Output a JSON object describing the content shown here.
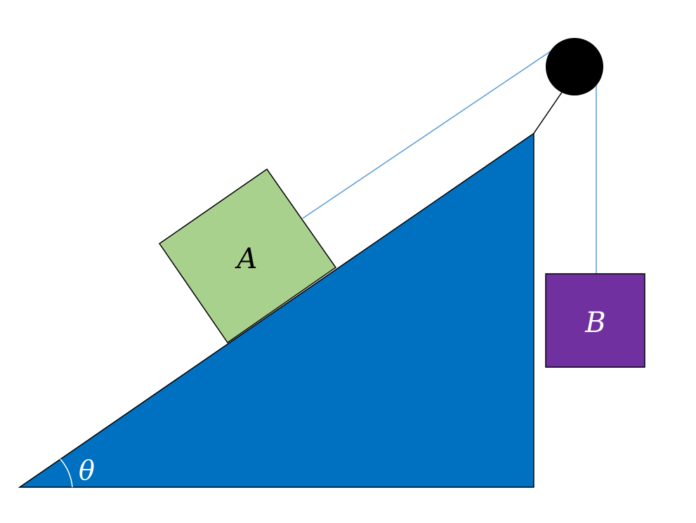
{
  "labels": {
    "block_a": "A",
    "block_b": "B",
    "angle": "θ"
  },
  "colors": {
    "incline": "#0070c0",
    "block_a": "#a9d18e",
    "block_b": "#7030a0",
    "pulley": "#000000",
    "rope": "#5b9bd5",
    "label_dark": "#000000",
    "label_light": "#ffffff"
  }
}
